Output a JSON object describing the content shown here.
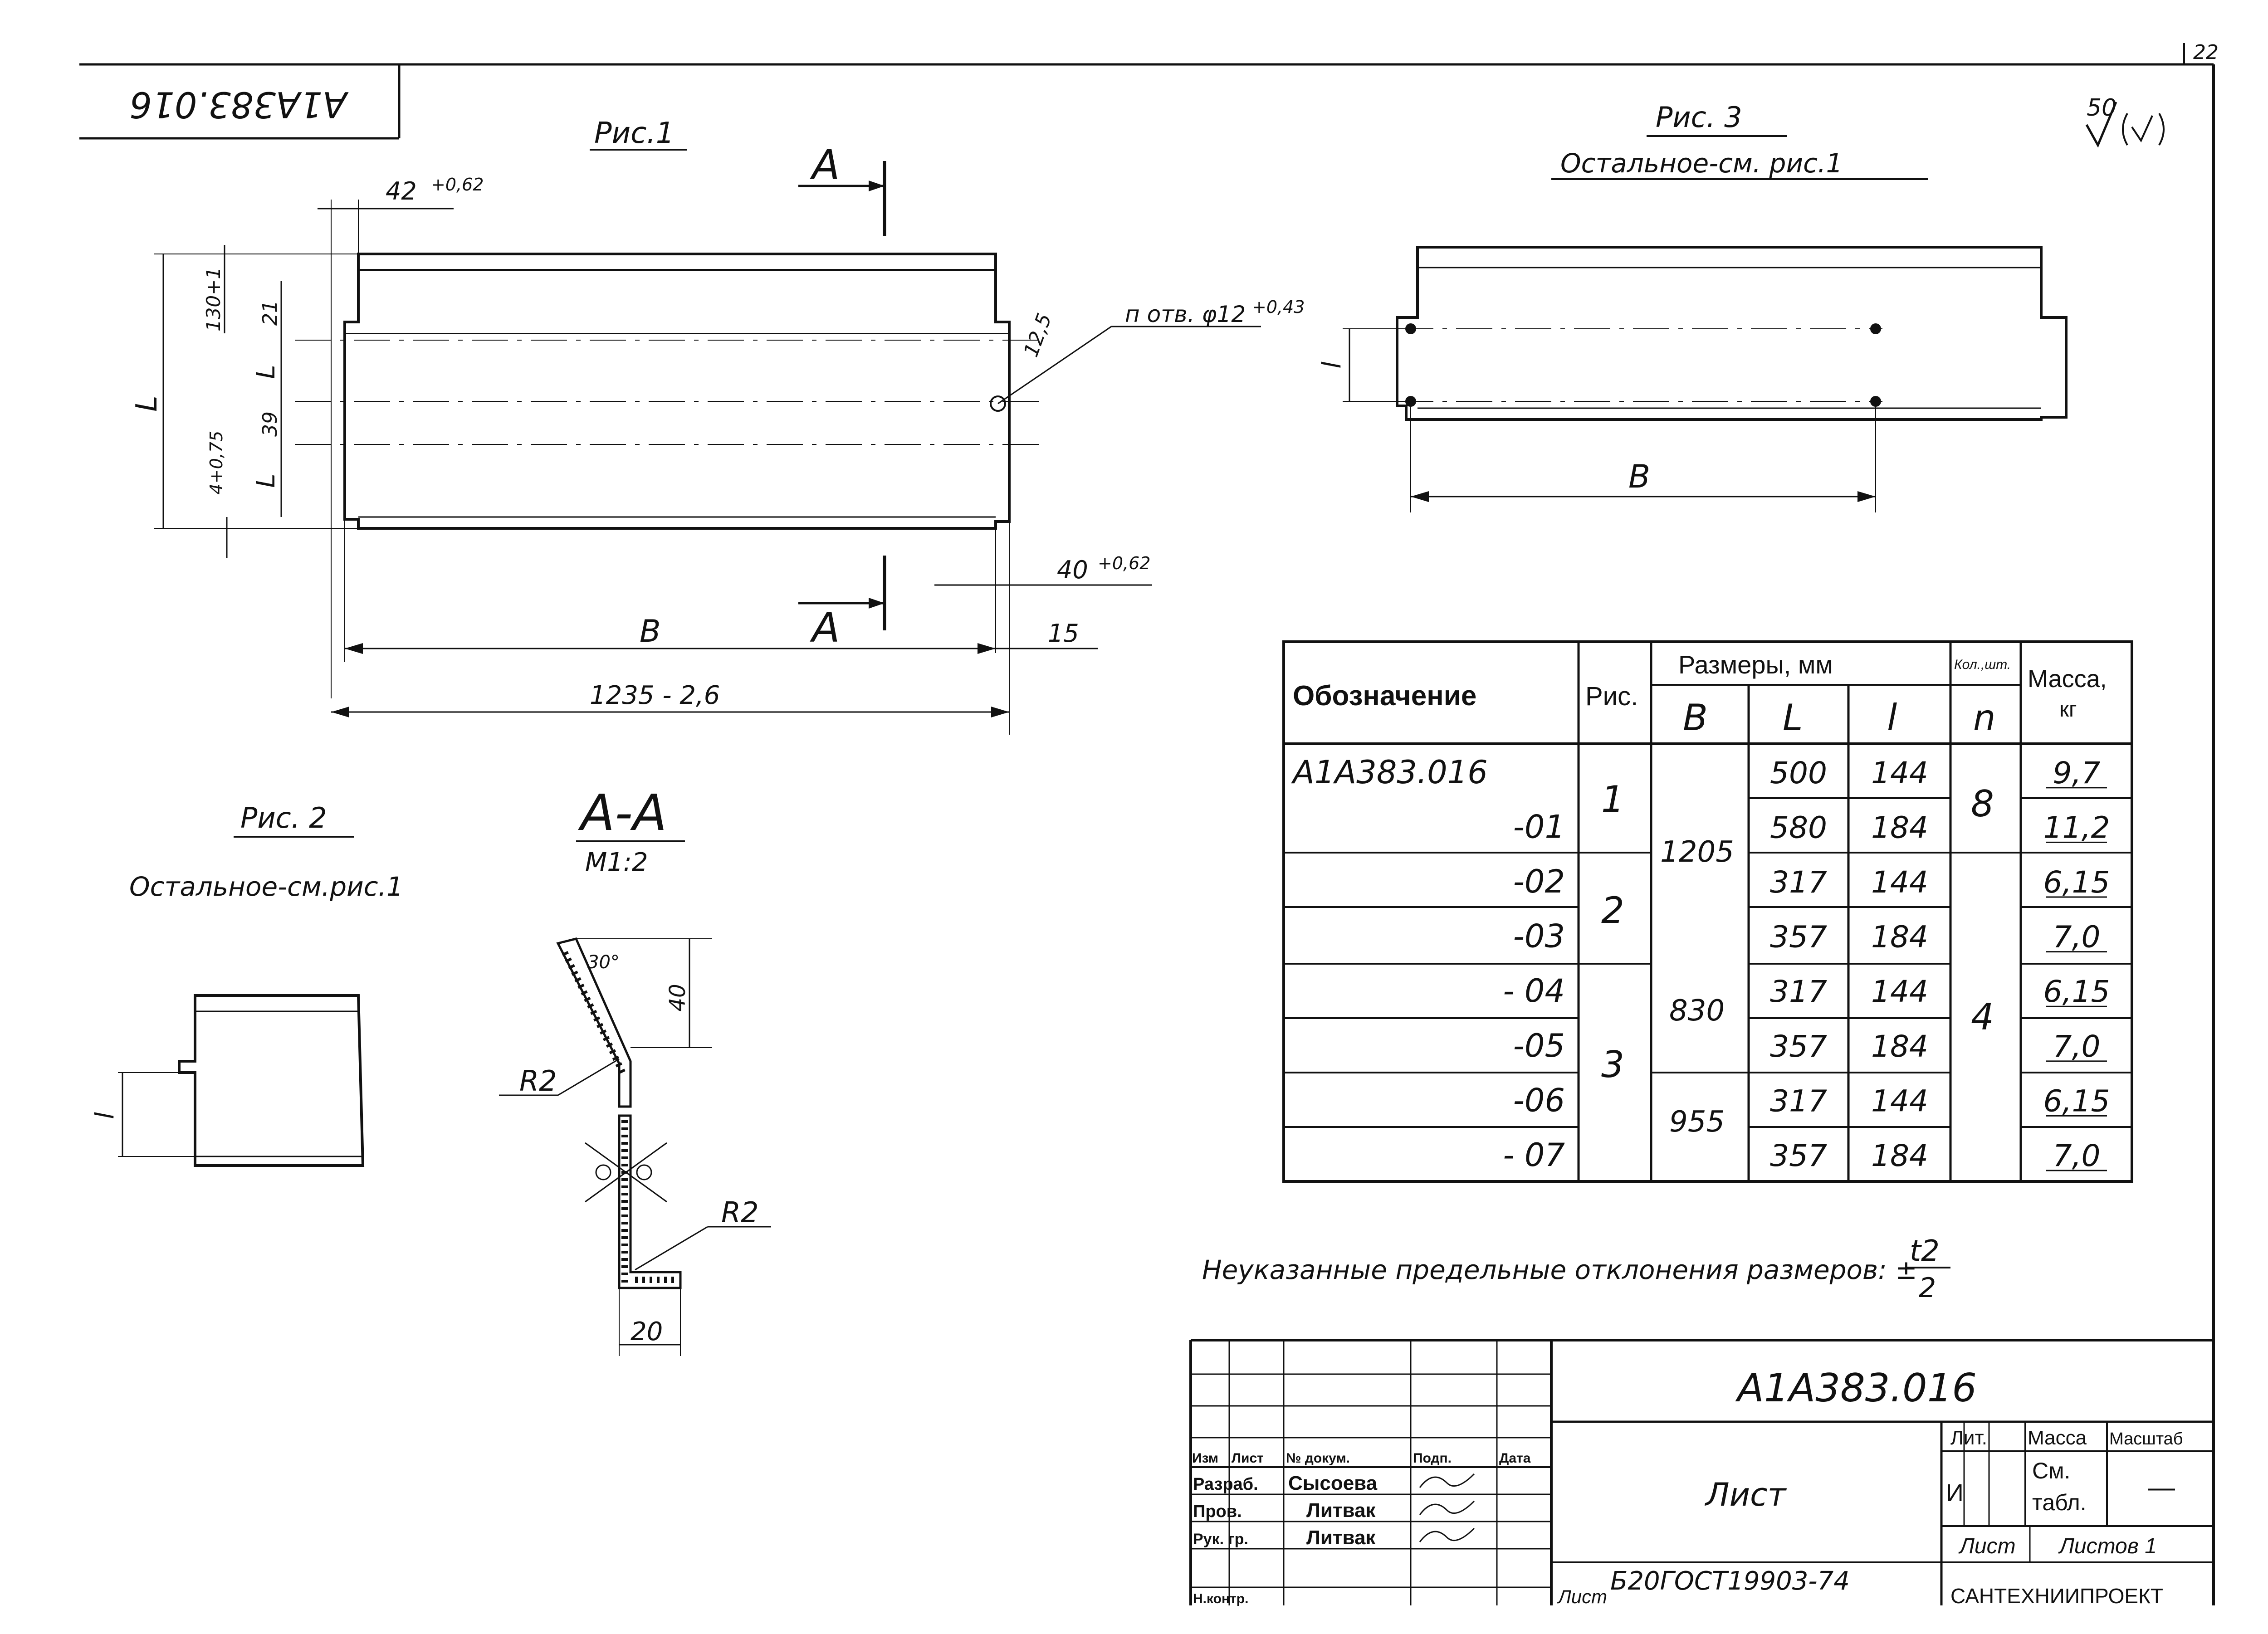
{
  "sheet": {
    "page_number": "22",
    "doc_code_rotated": "А1А383.016",
    "roughness": {
      "value": "50",
      "symbol": "√(√)"
    }
  },
  "fig1": {
    "title": "Рис.1",
    "section_mark": "А",
    "dims": {
      "d42": "42",
      "d42_tol": "+0,62",
      "d130": "130+1",
      "d21": "21",
      "dL_left": "L",
      "dL1": "L",
      "d39": "39",
      "dL2": "L",
      "d4": "4+0,75",
      "d12_5": "12,5",
      "hole": "п отв. φ12",
      "hole_tol": "+0,43",
      "d40": "40",
      "d40_tol": "+0,62",
      "dB": "B",
      "d15": "15",
      "d1235": "1235 - 2,6"
    }
  },
  "fig2": {
    "title": "Рис. 2",
    "note": "Остальное-см.рис.1",
    "dim_l": "l"
  },
  "section": {
    "title": "А-А",
    "scale": "М1:2",
    "angle": "30°",
    "d40": "40",
    "r_top": "R2",
    "r_bottom": "R2",
    "d20": "20"
  },
  "fig3": {
    "title": "Рис. 3",
    "note": "Остальное-см. рис.1",
    "dim_l": "l",
    "dim_B": "B"
  },
  "table": {
    "headers": {
      "designation": "Обозначение",
      "fig": "Рис.",
      "dims_group": "Размеры, мм",
      "B": "B",
      "L": "L",
      "l": "l",
      "qty_label": "Кол.,шт.",
      "qty_n": "n",
      "mass1": "Масса,",
      "mass2": "кг"
    },
    "rows": [
      {
        "designation": "А1А383.016",
        "L": "500",
        "l": "144",
        "mass": "9,7"
      },
      {
        "designation": "-01",
        "L": "580",
        "l": "184",
        "mass": "11,2"
      },
      {
        "designation": "-02",
        "L": "317",
        "l": "144",
        "mass": "6,15"
      },
      {
        "designation": "-03",
        "L": "357",
        "l": "184",
        "mass": "7,0"
      },
      {
        "designation": "- 04",
        "L": "317",
        "l": "144",
        "mass": "6,15"
      },
      {
        "designation": "-05",
        "L": "357",
        "l": "184",
        "mass": "7,0"
      },
      {
        "designation": "-06",
        "L": "317",
        "l": "144",
        "mass": "6,15"
      },
      {
        "designation": "- 07",
        "L": "357",
        "l": "184",
        "mass": "7,0"
      }
    ],
    "merged": {
      "fig_1": "1",
      "fig_2": "2",
      "fig_3": "3",
      "B_1205": "1205",
      "B_830": "830",
      "B_955": "955",
      "n_8": "8",
      "n_4": "4"
    }
  },
  "tolerance_note": {
    "text": "Неуказанные предельные отклонения размеров: ±",
    "num": "t2",
    "den": "2"
  },
  "title_block": {
    "code": "А1А383.016",
    "name": "Лист",
    "headers": [
      "Изм",
      "Лист",
      "№ докум.",
      "Подп.",
      "Дата"
    ],
    "roles": [
      {
        "role": "Разраб.",
        "person": "Сысоева"
      },
      {
        "role": "Пров.",
        "person": "Литвак"
      },
      {
        "role": "Рук. гр.",
        "person": "Литвак"
      }
    ],
    "lit_label": "Лит.",
    "lit_value": "И",
    "mass_label": "Масса",
    "scale_label": "Масштаб",
    "mass_value_1": "См.",
    "mass_value_2": "табл.",
    "scale_value": "—",
    "sheet_label": "Лист",
    "sheets_label": "Листов 1",
    "material": "Б20ГОСТ19903-74",
    "material_prefix": "Лист",
    "org": "САНТЕХНИИПРОЕКТ",
    "bottom_role": "Н.контр."
  }
}
